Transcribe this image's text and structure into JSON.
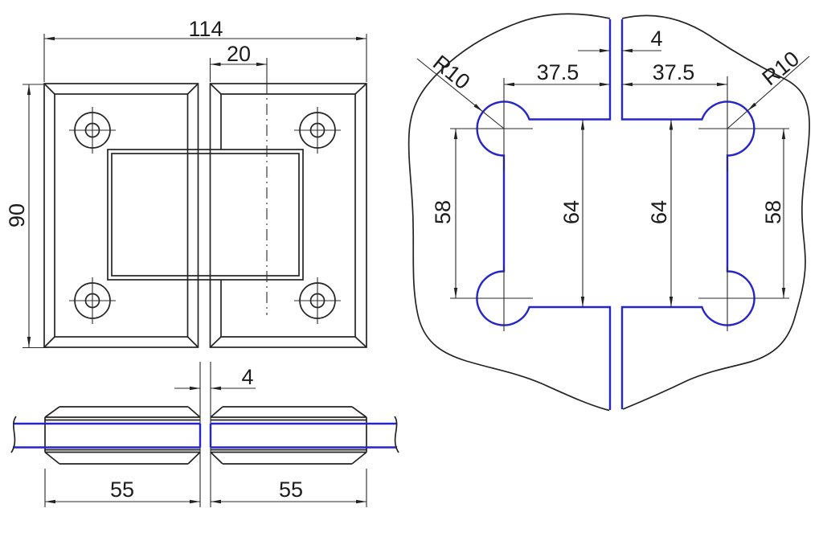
{
  "front_view": {
    "overall_width": "114",
    "pivot_offset": "20",
    "overall_height": "90"
  },
  "side_view": {
    "glass_gap": "4",
    "left_plate_width": "55",
    "right_plate_width": "55"
  },
  "cutout_view": {
    "glass_gap": "4",
    "left_hole_offset": "37.5",
    "right_hole_offset": "37.5",
    "left_corner_radius": "R10",
    "right_corner_radius": "R10",
    "left_hole_spacing": "58",
    "right_hole_spacing": "58",
    "left_cutout_depth": "64",
    "right_cutout_depth": "64"
  },
  "colors": {
    "line": "#242424",
    "glass": "#2525cb"
  }
}
